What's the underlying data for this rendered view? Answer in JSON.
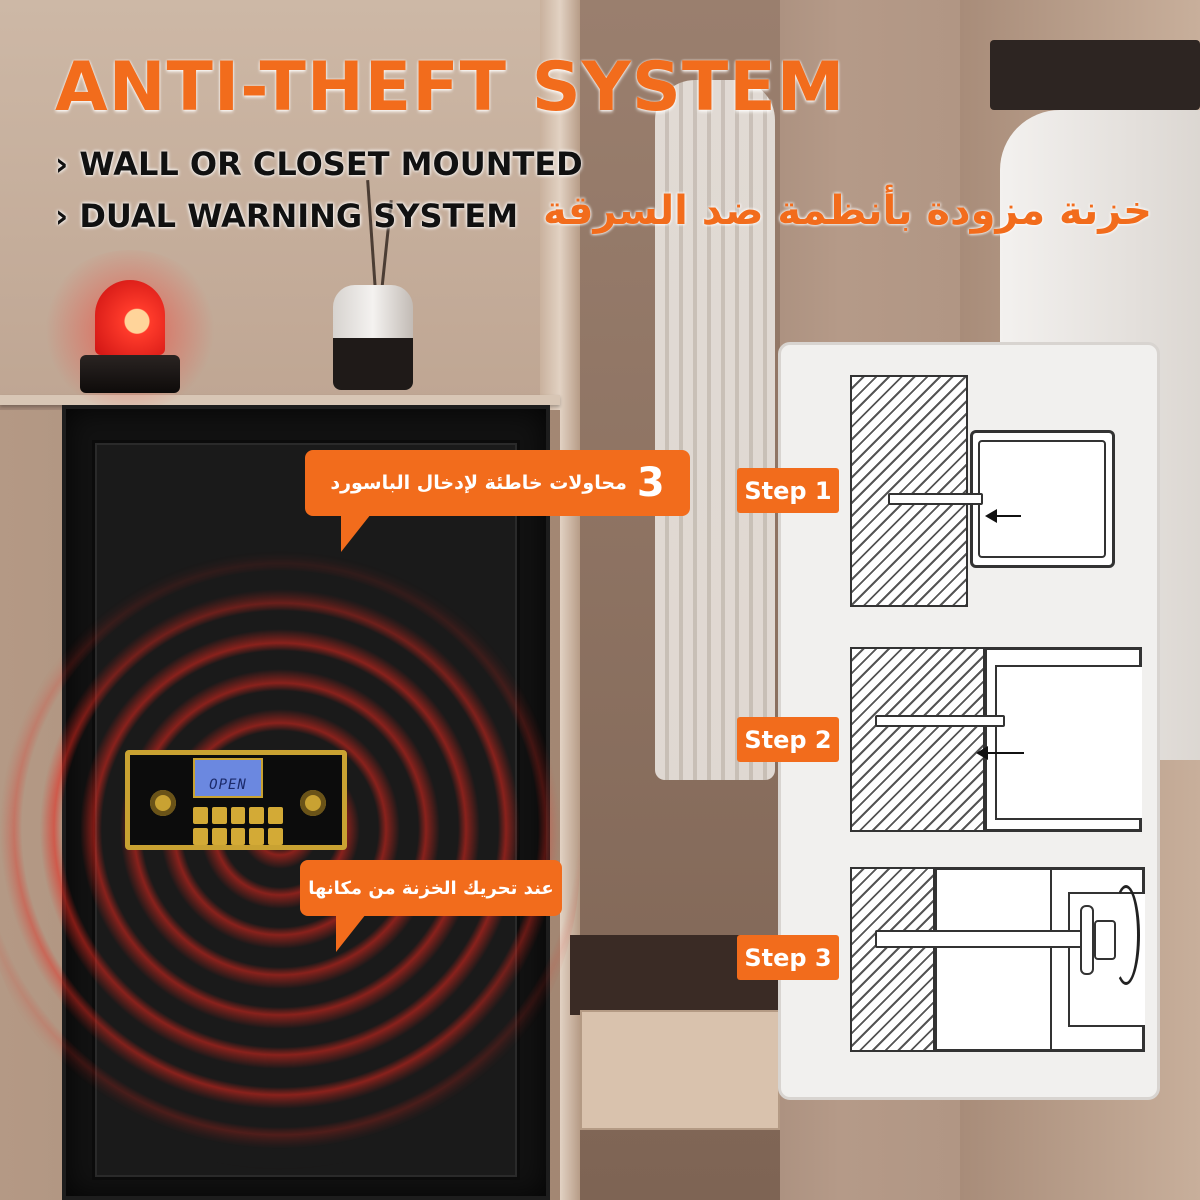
{
  "header": {
    "title": "ANTI-THEFT SYSTEM",
    "bullets": [
      "› WALL OR CLOSET MOUNTED",
      "› DUAL WARNING SYSTEM"
    ],
    "arabic_title": "خزنة مزودة بأنظمة ضد السرقة"
  },
  "callouts": {
    "password": {
      "number": "3",
      "text": "محاولات خاطئة لإدخال الباسورد"
    },
    "move": {
      "text": "عند تحريك الخزنة من مكانها"
    }
  },
  "safe": {
    "lcd_text": "OPEN"
  },
  "steps": [
    "Step 1",
    "Step 2",
    "Step 3"
  ],
  "colors": {
    "accent": "#f26c1c",
    "safe": "#121212",
    "gold": "#c9a232",
    "alarm": "#ff3b2b"
  }
}
